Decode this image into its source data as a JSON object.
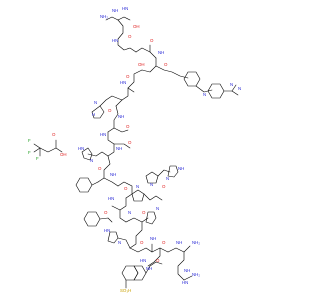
{
  "molecule": {
    "bond_color": "#000000",
    "colors": {
      "N": "#2b2bd6",
      "O": "#e02020",
      "S": "#c8a000",
      "F": "#22a022"
    },
    "labels": {
      "nh2": "NH₂",
      "hn": "HN",
      "nh": "NH",
      "h": "H",
      "n": "N",
      "o": "O",
      "oh": "OH",
      "s": "S",
      "f": "F",
      "so3h": "SO₃H"
    }
  }
}
